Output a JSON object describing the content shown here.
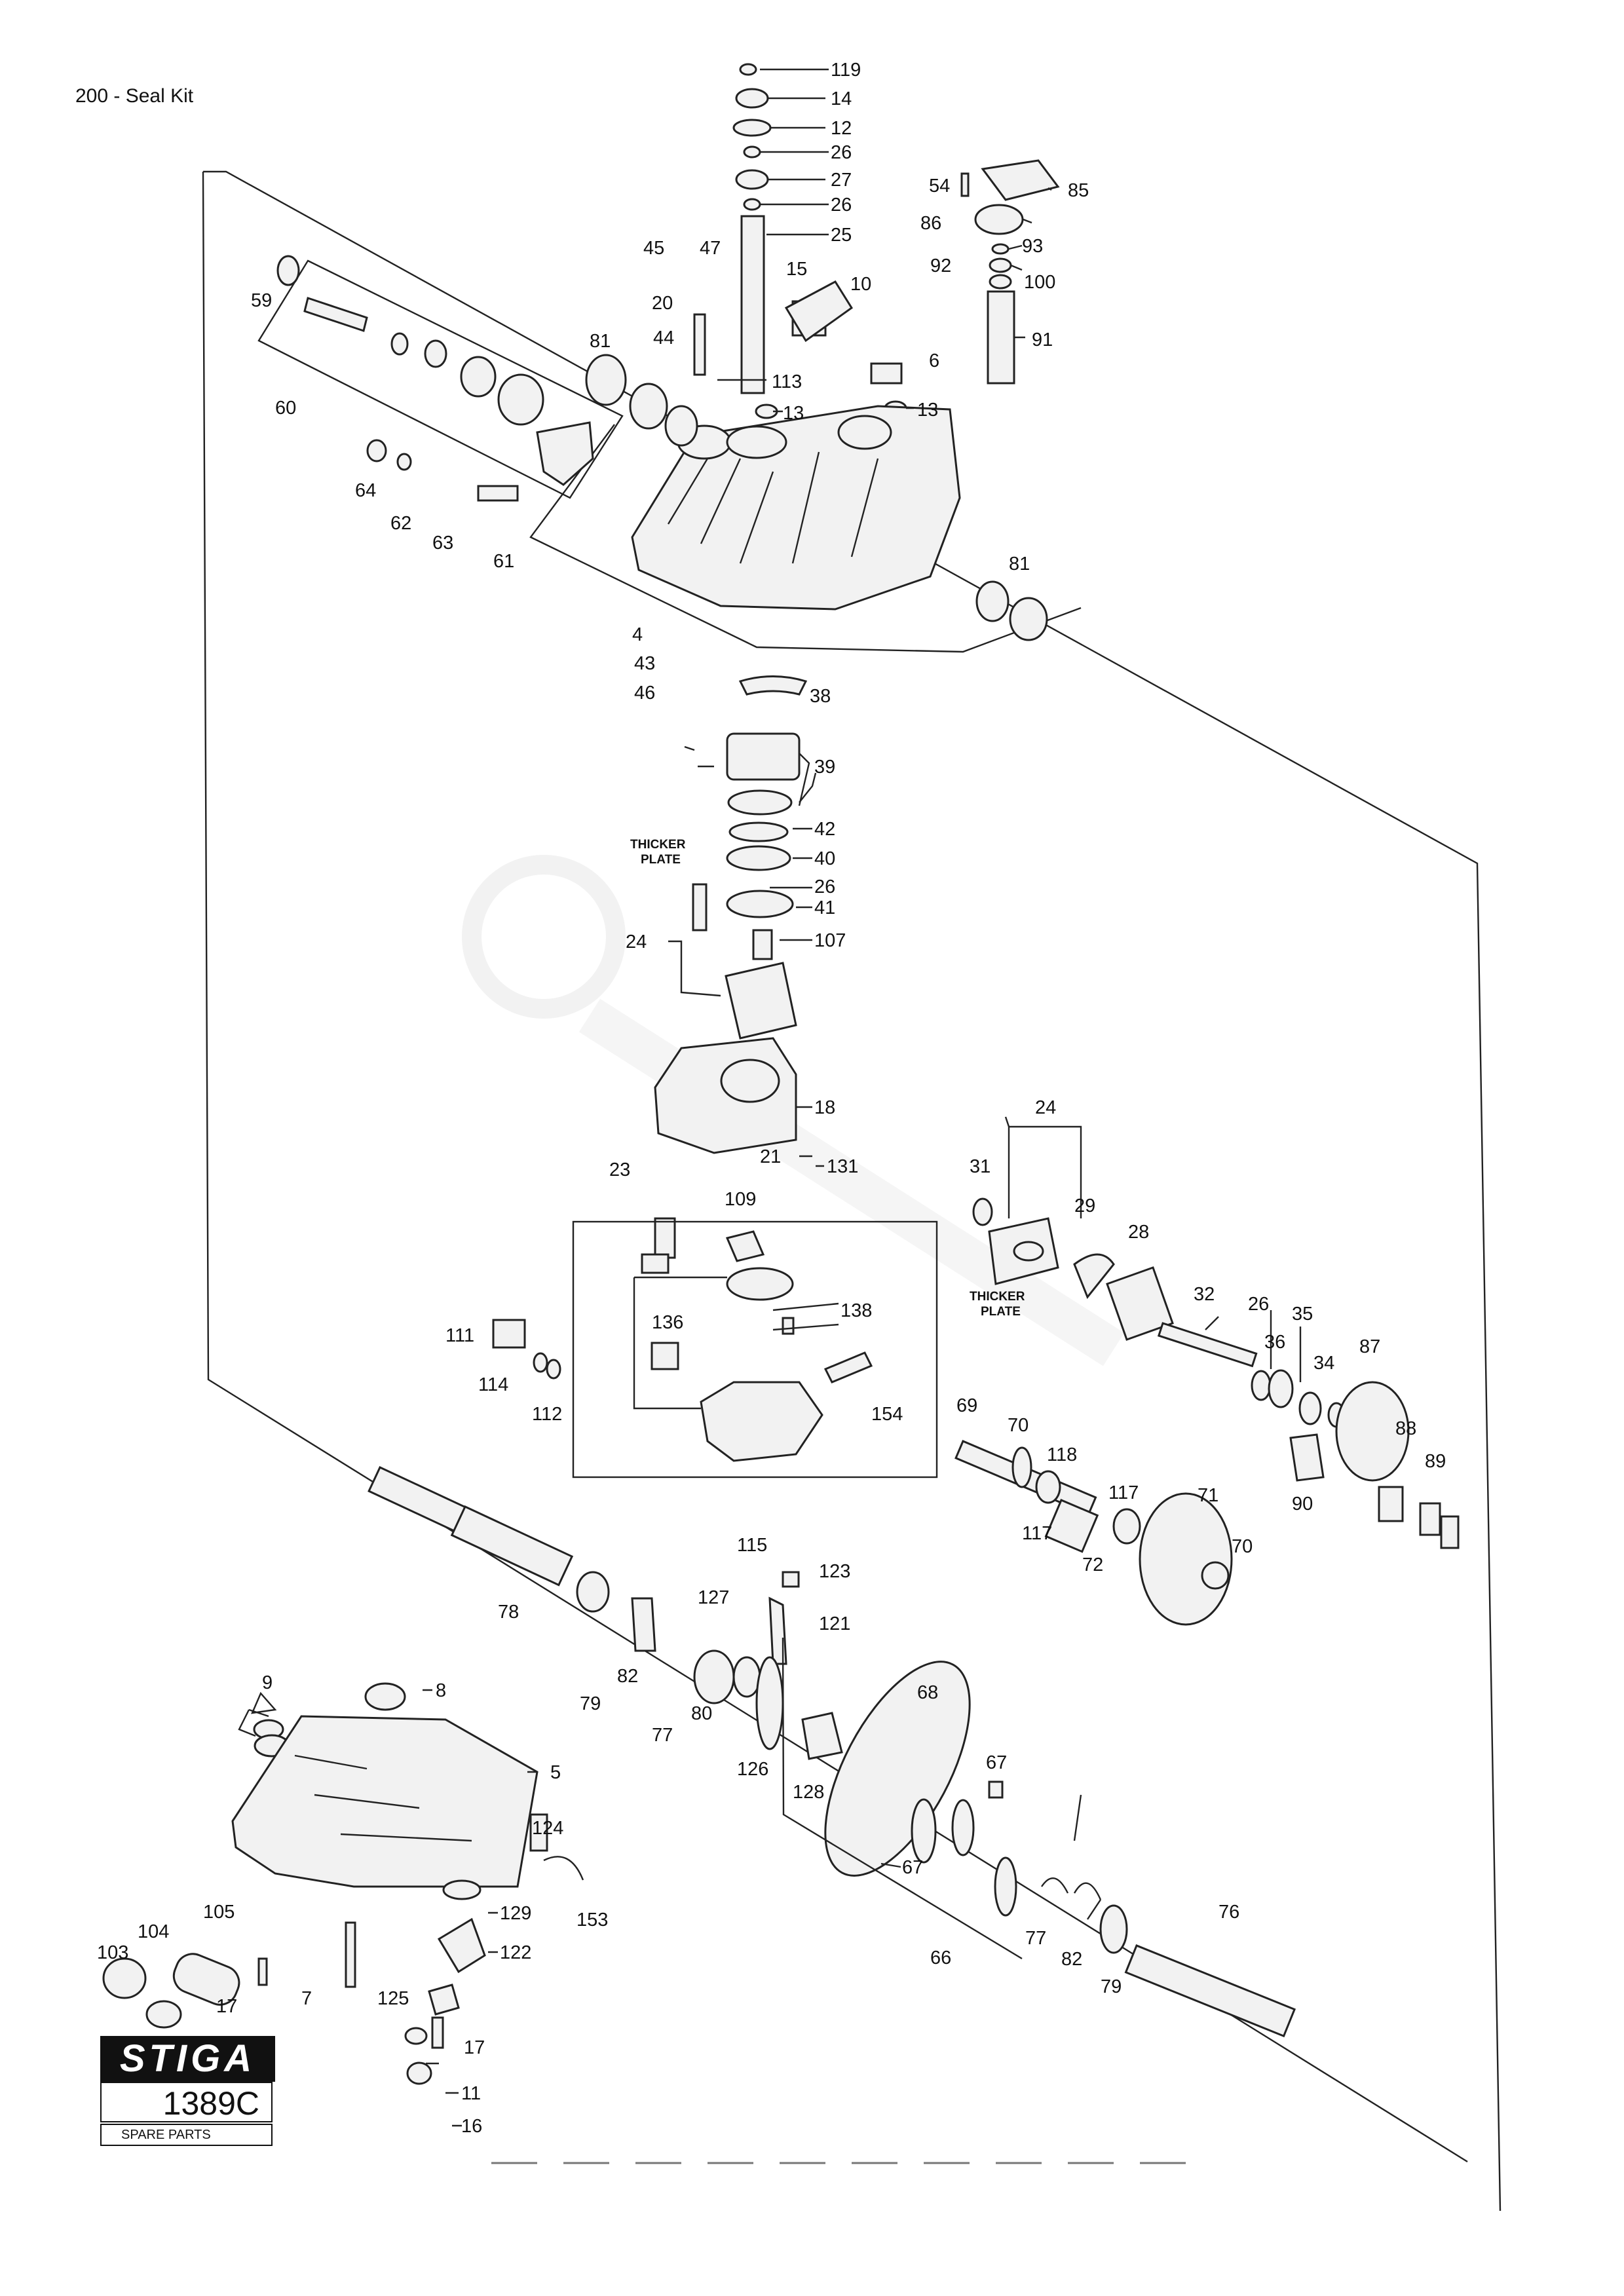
{
  "header": {
    "title": "200 - Seal Kit"
  },
  "notes": [
    {
      "id": "thicker1-a",
      "text": "THICKER"
    },
    {
      "id": "thicker1-b",
      "text": "PLATE"
    },
    {
      "id": "thicker2-a",
      "text": "THICKER"
    },
    {
      "id": "thicker2-b",
      "text": "PLATE"
    }
  ],
  "callouts": [
    "119",
    "14",
    "12",
    "26",
    "27",
    "26",
    "25",
    "15",
    "10",
    "6",
    "13",
    "13",
    "85",
    "54",
    "86",
    "93",
    "92",
    "100",
    "91",
    "45",
    "47",
    "20",
    "44",
    "113",
    "59",
    "81",
    "60",
    "64",
    "62",
    "63",
    "61",
    "4",
    "81",
    "43",
    "46",
    "38",
    "39",
    "42",
    "40",
    "26",
    "41",
    "24",
    "107",
    "18",
    "23",
    "21",
    "131",
    "109",
    "24",
    "31",
    "29",
    "28",
    "32",
    "26",
    "36",
    "35",
    "34",
    "87",
    "88",
    "89",
    "90",
    "111",
    "114",
    "112",
    "136",
    "138",
    "154",
    "115",
    "69",
    "70",
    "118",
    "117",
    "117",
    "72",
    "71",
    "70",
    "78",
    "79",
    "82",
    "77",
    "80",
    "123",
    "127",
    "121",
    "126",
    "128",
    "68",
    "67",
    "67",
    "66",
    "77",
    "82",
    "79",
    "76",
    "9",
    "8",
    "5",
    "105",
    "104",
    "103",
    "124",
    "129",
    "153",
    "122",
    "17",
    "7",
    "125",
    "17",
    "11",
    "16"
  ],
  "logo": {
    "brand": "STIGA",
    "code": "1389C",
    "subtitle": "SPARE PARTS"
  }
}
